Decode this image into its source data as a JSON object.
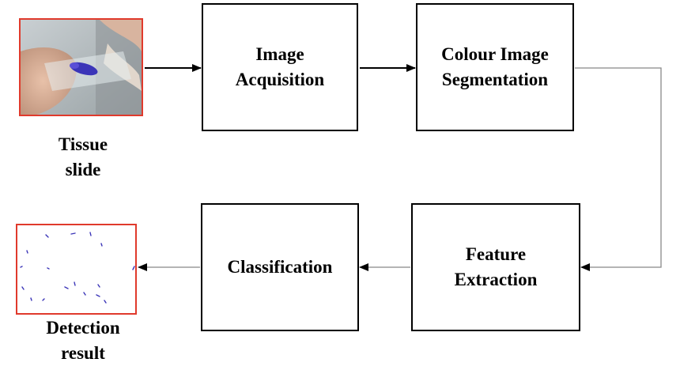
{
  "diagram": {
    "nodes": {
      "image_acquisition": "Image\nAcquisition",
      "colour_segmentation": "Colour Image\nSegmentation",
      "feature_extraction": "Feature\nExtraction",
      "classification": "Classification"
    },
    "input": {
      "caption": "Tissue\nslide"
    },
    "output": {
      "caption": "Detection\nresult"
    },
    "edges": [
      [
        "tissue_slide",
        "image_acquisition"
      ],
      [
        "image_acquisition",
        "colour_segmentation"
      ],
      [
        "colour_segmentation",
        "feature_extraction"
      ],
      [
        "feature_extraction",
        "classification"
      ],
      [
        "classification",
        "detection_result"
      ]
    ],
    "colors": {
      "thumbnail_border": "#e03a2c",
      "stroke": "#000000",
      "connector": "#888888",
      "stain": "#3b35b8"
    }
  }
}
